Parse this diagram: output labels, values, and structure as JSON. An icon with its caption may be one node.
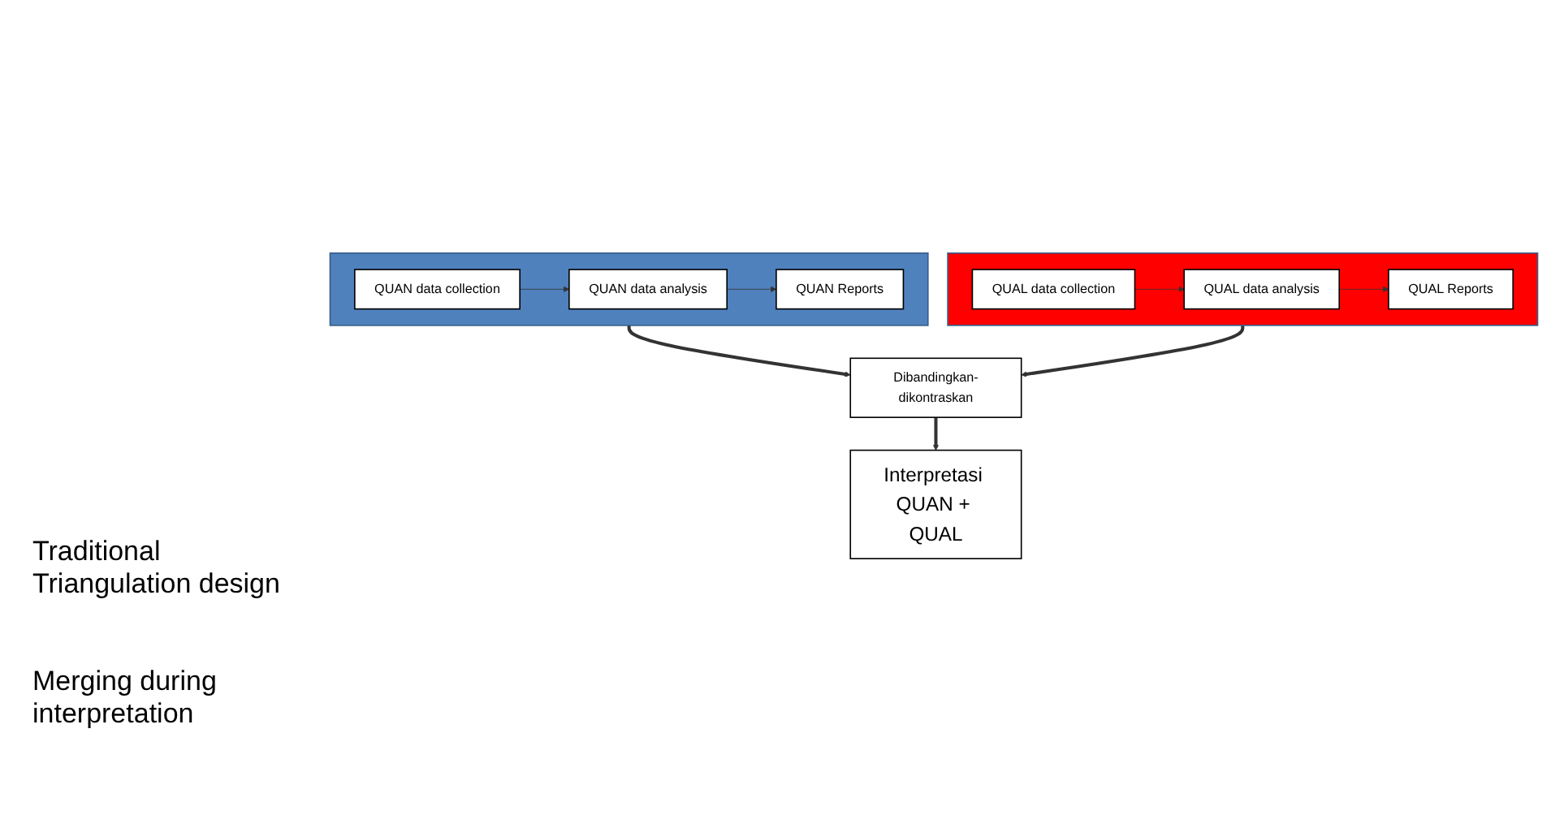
{
  "diagram": {
    "nodes": [
      {
        "text": [],
        "shape": "box"
      },
      {
        "text": [
          "QUAN data collection"
        ],
        "in": 0
      },
      {
        "text": [
          "QUAN data analysis"
        ],
        "in": 0
      },
      {
        "text": [
          "QUAN Reports"
        ],
        "in": 0
      },
      {
        "text": [],
        "shape": "box"
      },
      {
        "text": [
          "QUAL data collection"
        ],
        "in": 4
      },
      {
        "text": [
          "QUAL data analysis"
        ],
        "in": 4
      },
      {
        "text": [
          "QUAL Reports"
        ],
        "in": 4
      },
      {
        "text": [
          "Dibandingkan-dikontraskan"
        ]
      },
      {
        "text": [
          "Interpretasi QUAN + QUAL"
        ]
      }
    ],
    "edges": [
      {
        "from": 1,
        "to": 2,
        "arrow": "to"
      },
      {
        "from": 2,
        "to": 3,
        "arrow": "to"
      },
      {
        "from": 5,
        "to": 6,
        "arrow": "to"
      },
      {
        "from": 6,
        "to": 7,
        "arrow": "to"
      },
      {
        "from": 0,
        "to": 8,
        "arrow": "to",
        "style": "thick"
      },
      {
        "from": 4,
        "to": 8,
        "arrow": "to",
        "style": "thick"
      },
      {
        "from": 8,
        "to": 9,
        "arrow": "to",
        "style": "thick"
      }
    ],
    "labels": [
      "Traditional Triangulation design",
      "Merging during interpretation"
    ]
  }
}
